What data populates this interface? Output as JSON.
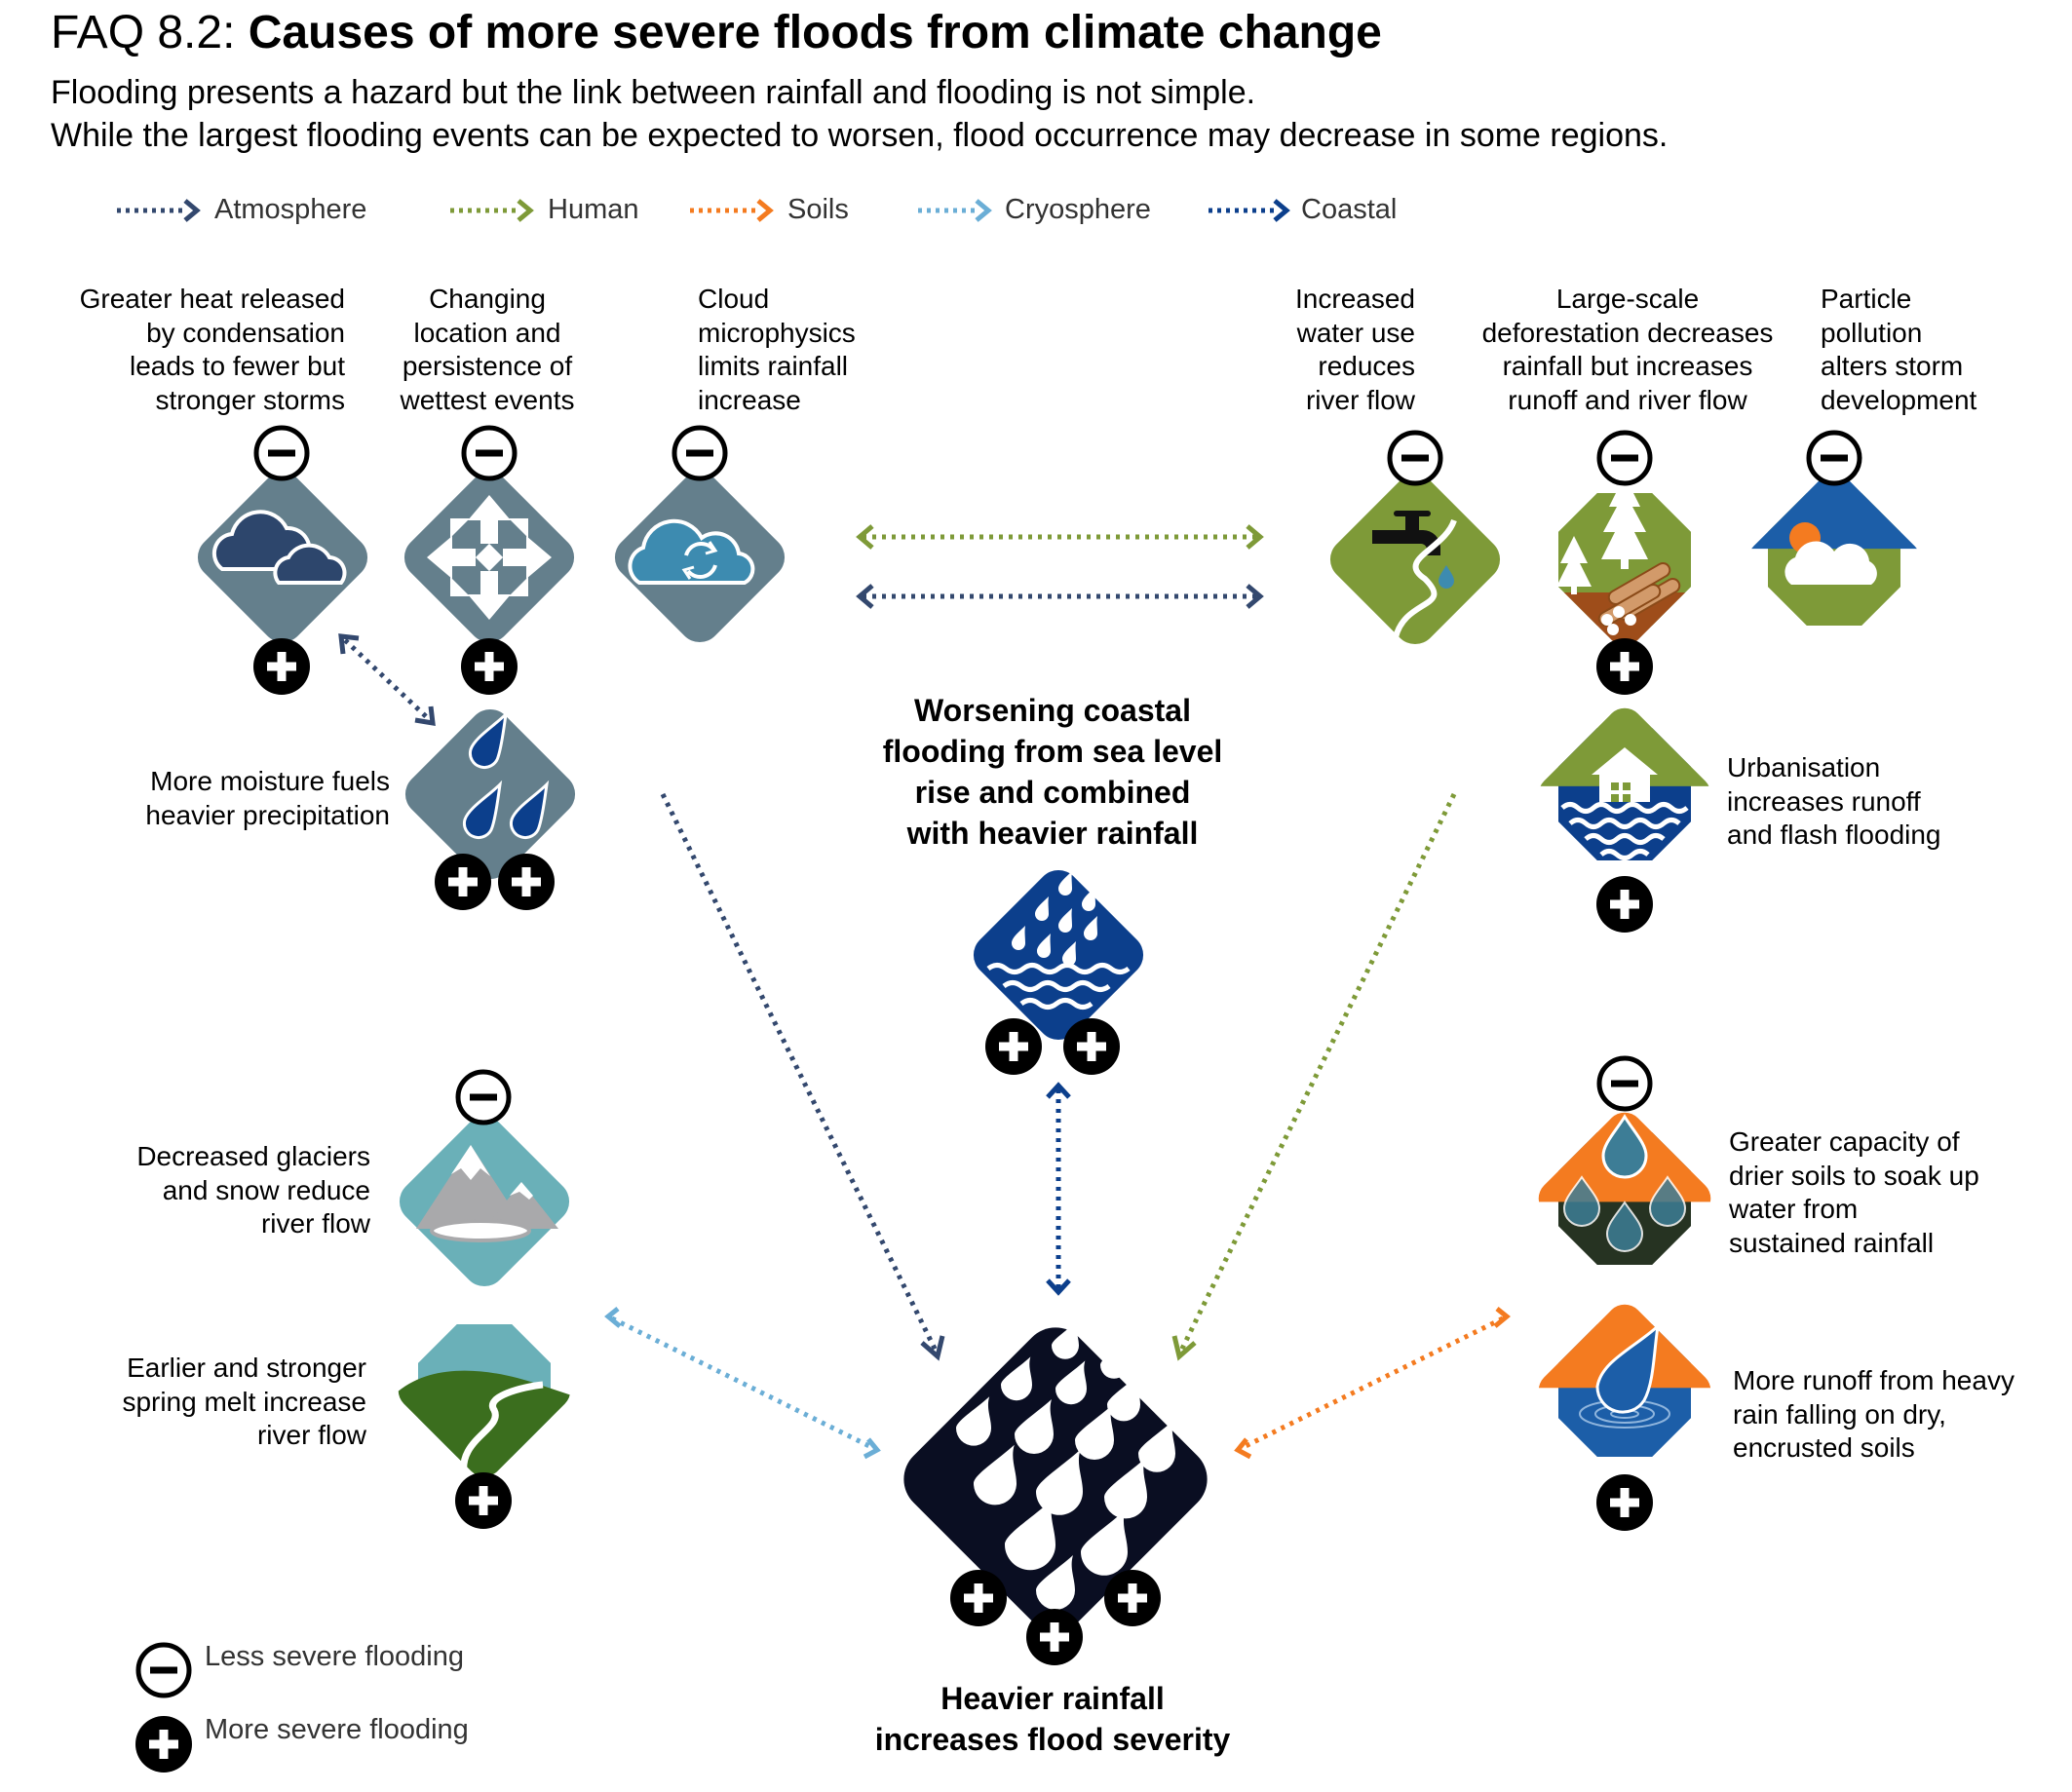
{
  "title": {
    "prefix": "FAQ 8.2: ",
    "main": "Causes of more severe floods from climate change"
  },
  "subtitle": [
    "Flooding presents a hazard but the link between rainfall and flooding is not simple.",
    "While the largest flooding events can be expected to worsen, flood occurrence may decrease in some regions."
  ],
  "legend": [
    {
      "label": "Atmosphere",
      "color": "#33486e"
    },
    {
      "label": "Human",
      "color": "#7e9a38"
    },
    {
      "label": "Soils",
      "color": "#f47b20"
    },
    {
      "label": "Cryosphere",
      "color": "#6baed6"
    },
    {
      "label": "Coastal",
      "color": "#0c3f8c"
    }
  ],
  "labels": {
    "heat": [
      "Greater heat released",
      "by condensation",
      "leads to fewer but",
      "stronger storms"
    ],
    "location": [
      "Changing",
      "location and",
      "persistence of",
      "wettest events"
    ],
    "cloud": [
      "Cloud",
      "microphysics",
      "limits rainfall",
      "increase"
    ],
    "water_use": [
      "Increased",
      "water use",
      "reduces",
      "river flow"
    ],
    "deforestation": [
      "Large-scale",
      "deforestation decreases",
      "rainfall but increases",
      "runoff and river flow"
    ],
    "pollution": [
      "Particle",
      "pollution",
      "alters storm",
      "development"
    ],
    "moisture": [
      "More moisture fuels",
      "heavier precipitation"
    ],
    "urbanisation": [
      "Urbanisation",
      "increases runoff",
      "and flash flooding"
    ],
    "coastal": [
      "Worsening coastal",
      "flooding from sea level",
      "rise and combined",
      "with heavier rainfall"
    ],
    "glaciers": [
      "Decreased glaciers",
      "and snow reduce",
      "river flow"
    ],
    "spring_melt": [
      "Earlier and stronger",
      "spring melt increase",
      "river flow"
    ],
    "drier_soils": [
      "Greater capacity of",
      "drier soils to soak up",
      "water from",
      "sustained rainfall"
    ],
    "runoff": [
      "More runoff from heavy",
      "rain falling on dry,",
      "encrusted soils"
    ],
    "heavier_rainfall": [
      "Heavier rainfall",
      "increases flood severity"
    ]
  },
  "key": {
    "minus": "Less severe flooding",
    "plus": "More severe flooding"
  },
  "colors": {
    "atmosphere_tile": "#647f8c",
    "human_tile": "#7e9a38",
    "soil_tile": "#f47b20",
    "cryo_tile": "#6ab0b8",
    "coastal_tile": "#0c3f8c",
    "center_tile": "#0a0e22"
  },
  "icons": [
    "storm-clouds-icon",
    "arrows-icon",
    "cloud-cycle-icon",
    "raindrops-icon",
    "faucet-icon",
    "deforestation-icon",
    "pollution-cloud-icon",
    "urban-house-icon",
    "coastal-rain-icon",
    "glacier-mountain-icon",
    "spring-melt-icon",
    "dry-soil-icon",
    "runoff-drop-icon",
    "heavy-rain-icon",
    "minus-icon",
    "plus-icon"
  ]
}
